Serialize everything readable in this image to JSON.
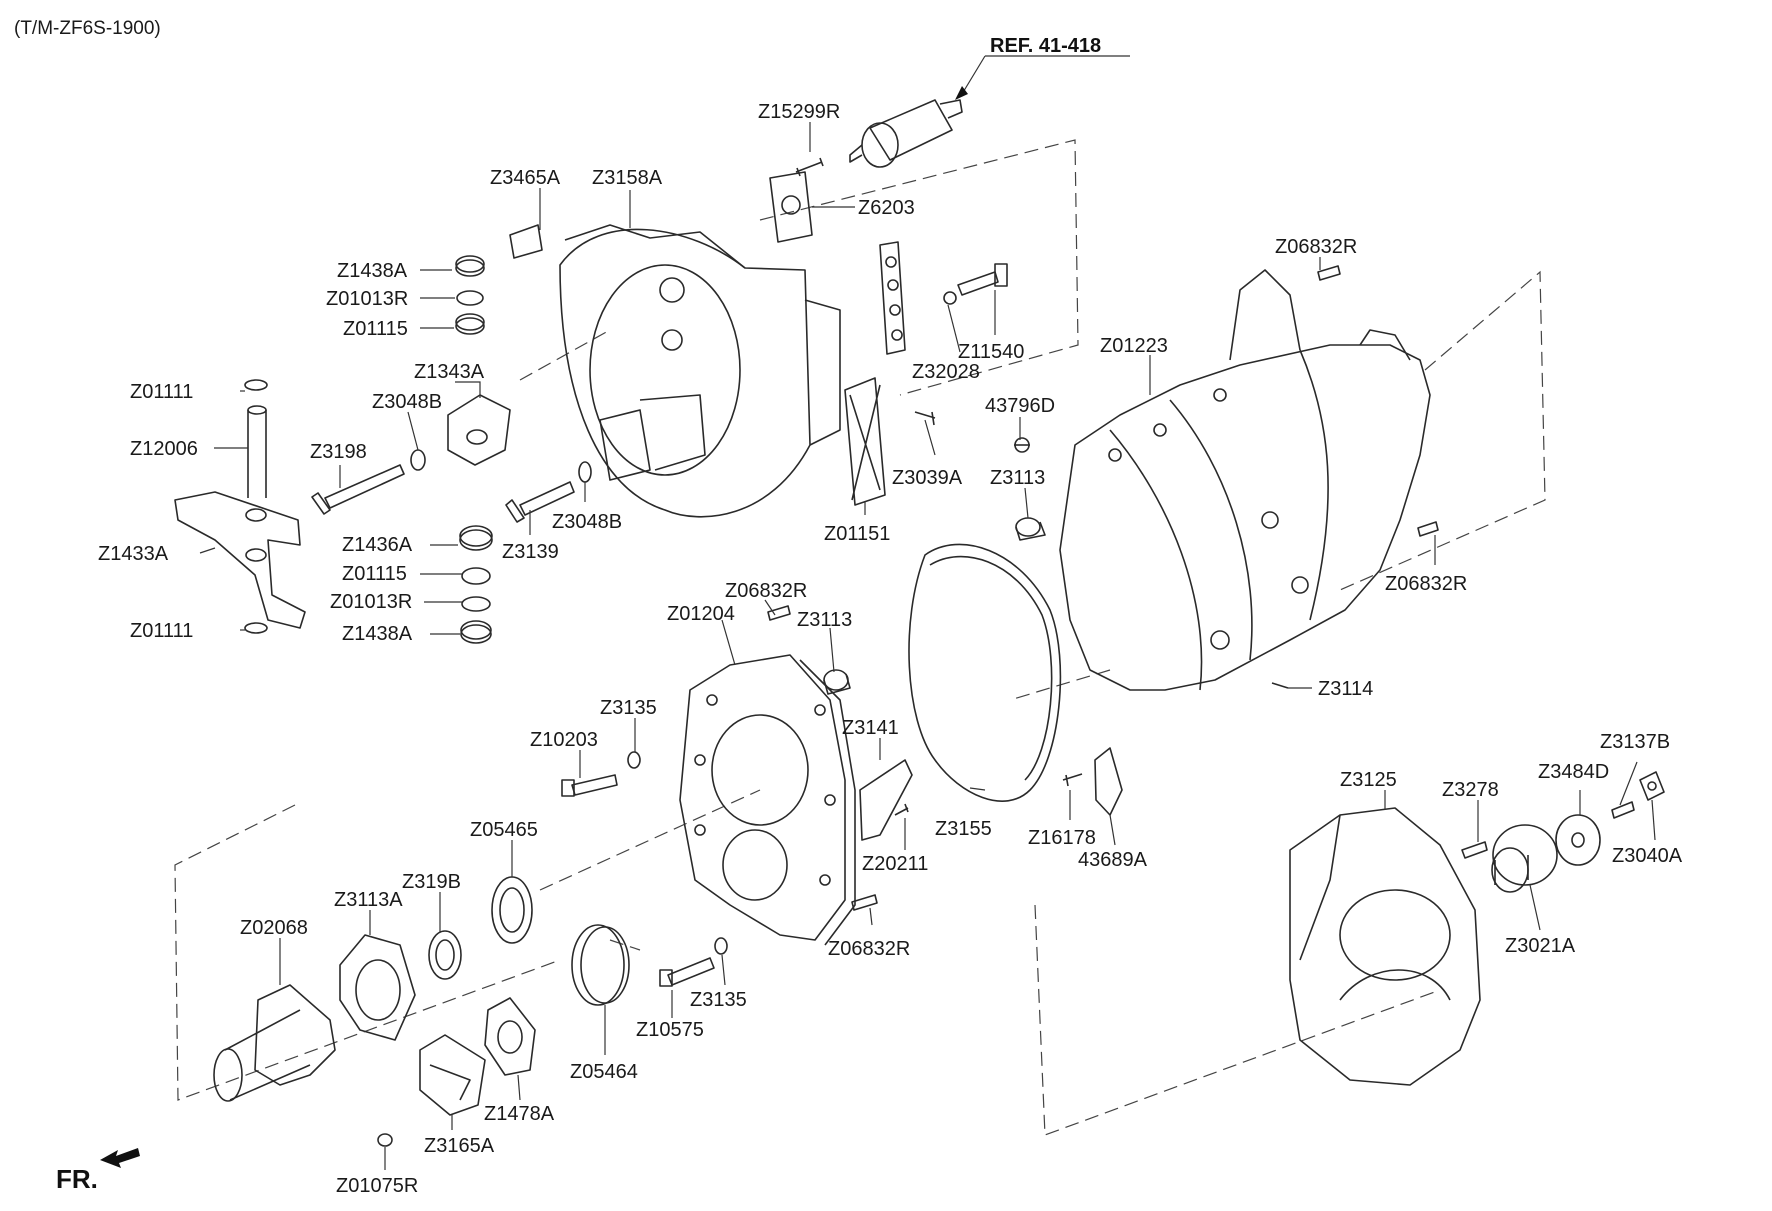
{
  "diagram": {
    "header": "(T/M-ZF6S-1900)",
    "reference": "REF. 41-418",
    "front_marker": "FR.",
    "callouts": [
      {
        "id": "z15299r",
        "text": "Z15299R"
      },
      {
        "id": "z6203",
        "text": "Z6203"
      },
      {
        "id": "z3465a",
        "text": "Z3465A"
      },
      {
        "id": "z3158a",
        "text": "Z3158A"
      },
      {
        "id": "z1438a-top",
        "text": "Z1438A"
      },
      {
        "id": "z01013r-top",
        "text": "Z01013R"
      },
      {
        "id": "z01115-top",
        "text": "Z01115"
      },
      {
        "id": "z1343a",
        "text": "Z1343A"
      },
      {
        "id": "z01111-top",
        "text": "Z01111"
      },
      {
        "id": "z3048b-left",
        "text": "Z3048B"
      },
      {
        "id": "z12006",
        "text": "Z12006"
      },
      {
        "id": "z3198",
        "text": "Z3198"
      },
      {
        "id": "z1433a",
        "text": "Z1433A"
      },
      {
        "id": "z1436a",
        "text": "Z1436A"
      },
      {
        "id": "z01115-bottom",
        "text": "Z01115"
      },
      {
        "id": "z01013r-bottom",
        "text": "Z01013R"
      },
      {
        "id": "z01111-bottom",
        "text": "Z01111"
      },
      {
        "id": "z1438a-bottom",
        "text": "Z1438A"
      },
      {
        "id": "z3139",
        "text": "Z3139"
      },
      {
        "id": "z3048b-mid",
        "text": "Z3048B"
      },
      {
        "id": "z32028",
        "text": "Z32028"
      },
      {
        "id": "z11540",
        "text": "Z11540"
      },
      {
        "id": "z3039a",
        "text": "Z3039A"
      },
      {
        "id": "z01151",
        "text": "Z01151"
      },
      {
        "id": "z06832r-top",
        "text": "Z06832R"
      },
      {
        "id": "z01223",
        "text": "Z01223"
      },
      {
        "id": "43796d",
        "text": "43796D"
      },
      {
        "id": "z3113-right",
        "text": "Z3113"
      },
      {
        "id": "z06832r-right",
        "text": "Z06832R"
      },
      {
        "id": "z3114",
        "text": "Z3114"
      },
      {
        "id": "z06832r-mid",
        "text": "Z06832R"
      },
      {
        "id": "z01204",
        "text": "Z01204"
      },
      {
        "id": "z3113-mid",
        "text": "Z3113"
      },
      {
        "id": "z3135-top",
        "text": "Z3135"
      },
      {
        "id": "z10203",
        "text": "Z10203"
      },
      {
        "id": "z3141",
        "text": "Z3141"
      },
      {
        "id": "z3155",
        "text": "Z3155"
      },
      {
        "id": "z16178",
        "text": "Z16178"
      },
      {
        "id": "43689a",
        "text": "43689A"
      },
      {
        "id": "z20211",
        "text": "Z20211"
      },
      {
        "id": "z05465",
        "text": "Z05465"
      },
      {
        "id": "z319b",
        "text": "Z319B"
      },
      {
        "id": "z3113a",
        "text": "Z3113A"
      },
      {
        "id": "z02068",
        "text": "Z02068"
      },
      {
        "id": "z06832r-bottom",
        "text": "Z06832R"
      },
      {
        "id": "z3135-bottom",
        "text": "Z3135"
      },
      {
        "id": "z10575",
        "text": "Z10575"
      },
      {
        "id": "z05464",
        "text": "Z05464"
      },
      {
        "id": "z1478a",
        "text": "Z1478A"
      },
      {
        "id": "z3165a",
        "text": "Z3165A"
      },
      {
        "id": "z01075r",
        "text": "Z01075R"
      },
      {
        "id": "z3125",
        "text": "Z3125"
      },
      {
        "id": "z3278",
        "text": "Z3278"
      },
      {
        "id": "z3484d",
        "text": "Z3484D"
      },
      {
        "id": "z3137b",
        "text": "Z3137B"
      },
      {
        "id": "z3040a",
        "text": "Z3040A"
      },
      {
        "id": "z3021a",
        "text": "Z3021A"
      }
    ]
  }
}
